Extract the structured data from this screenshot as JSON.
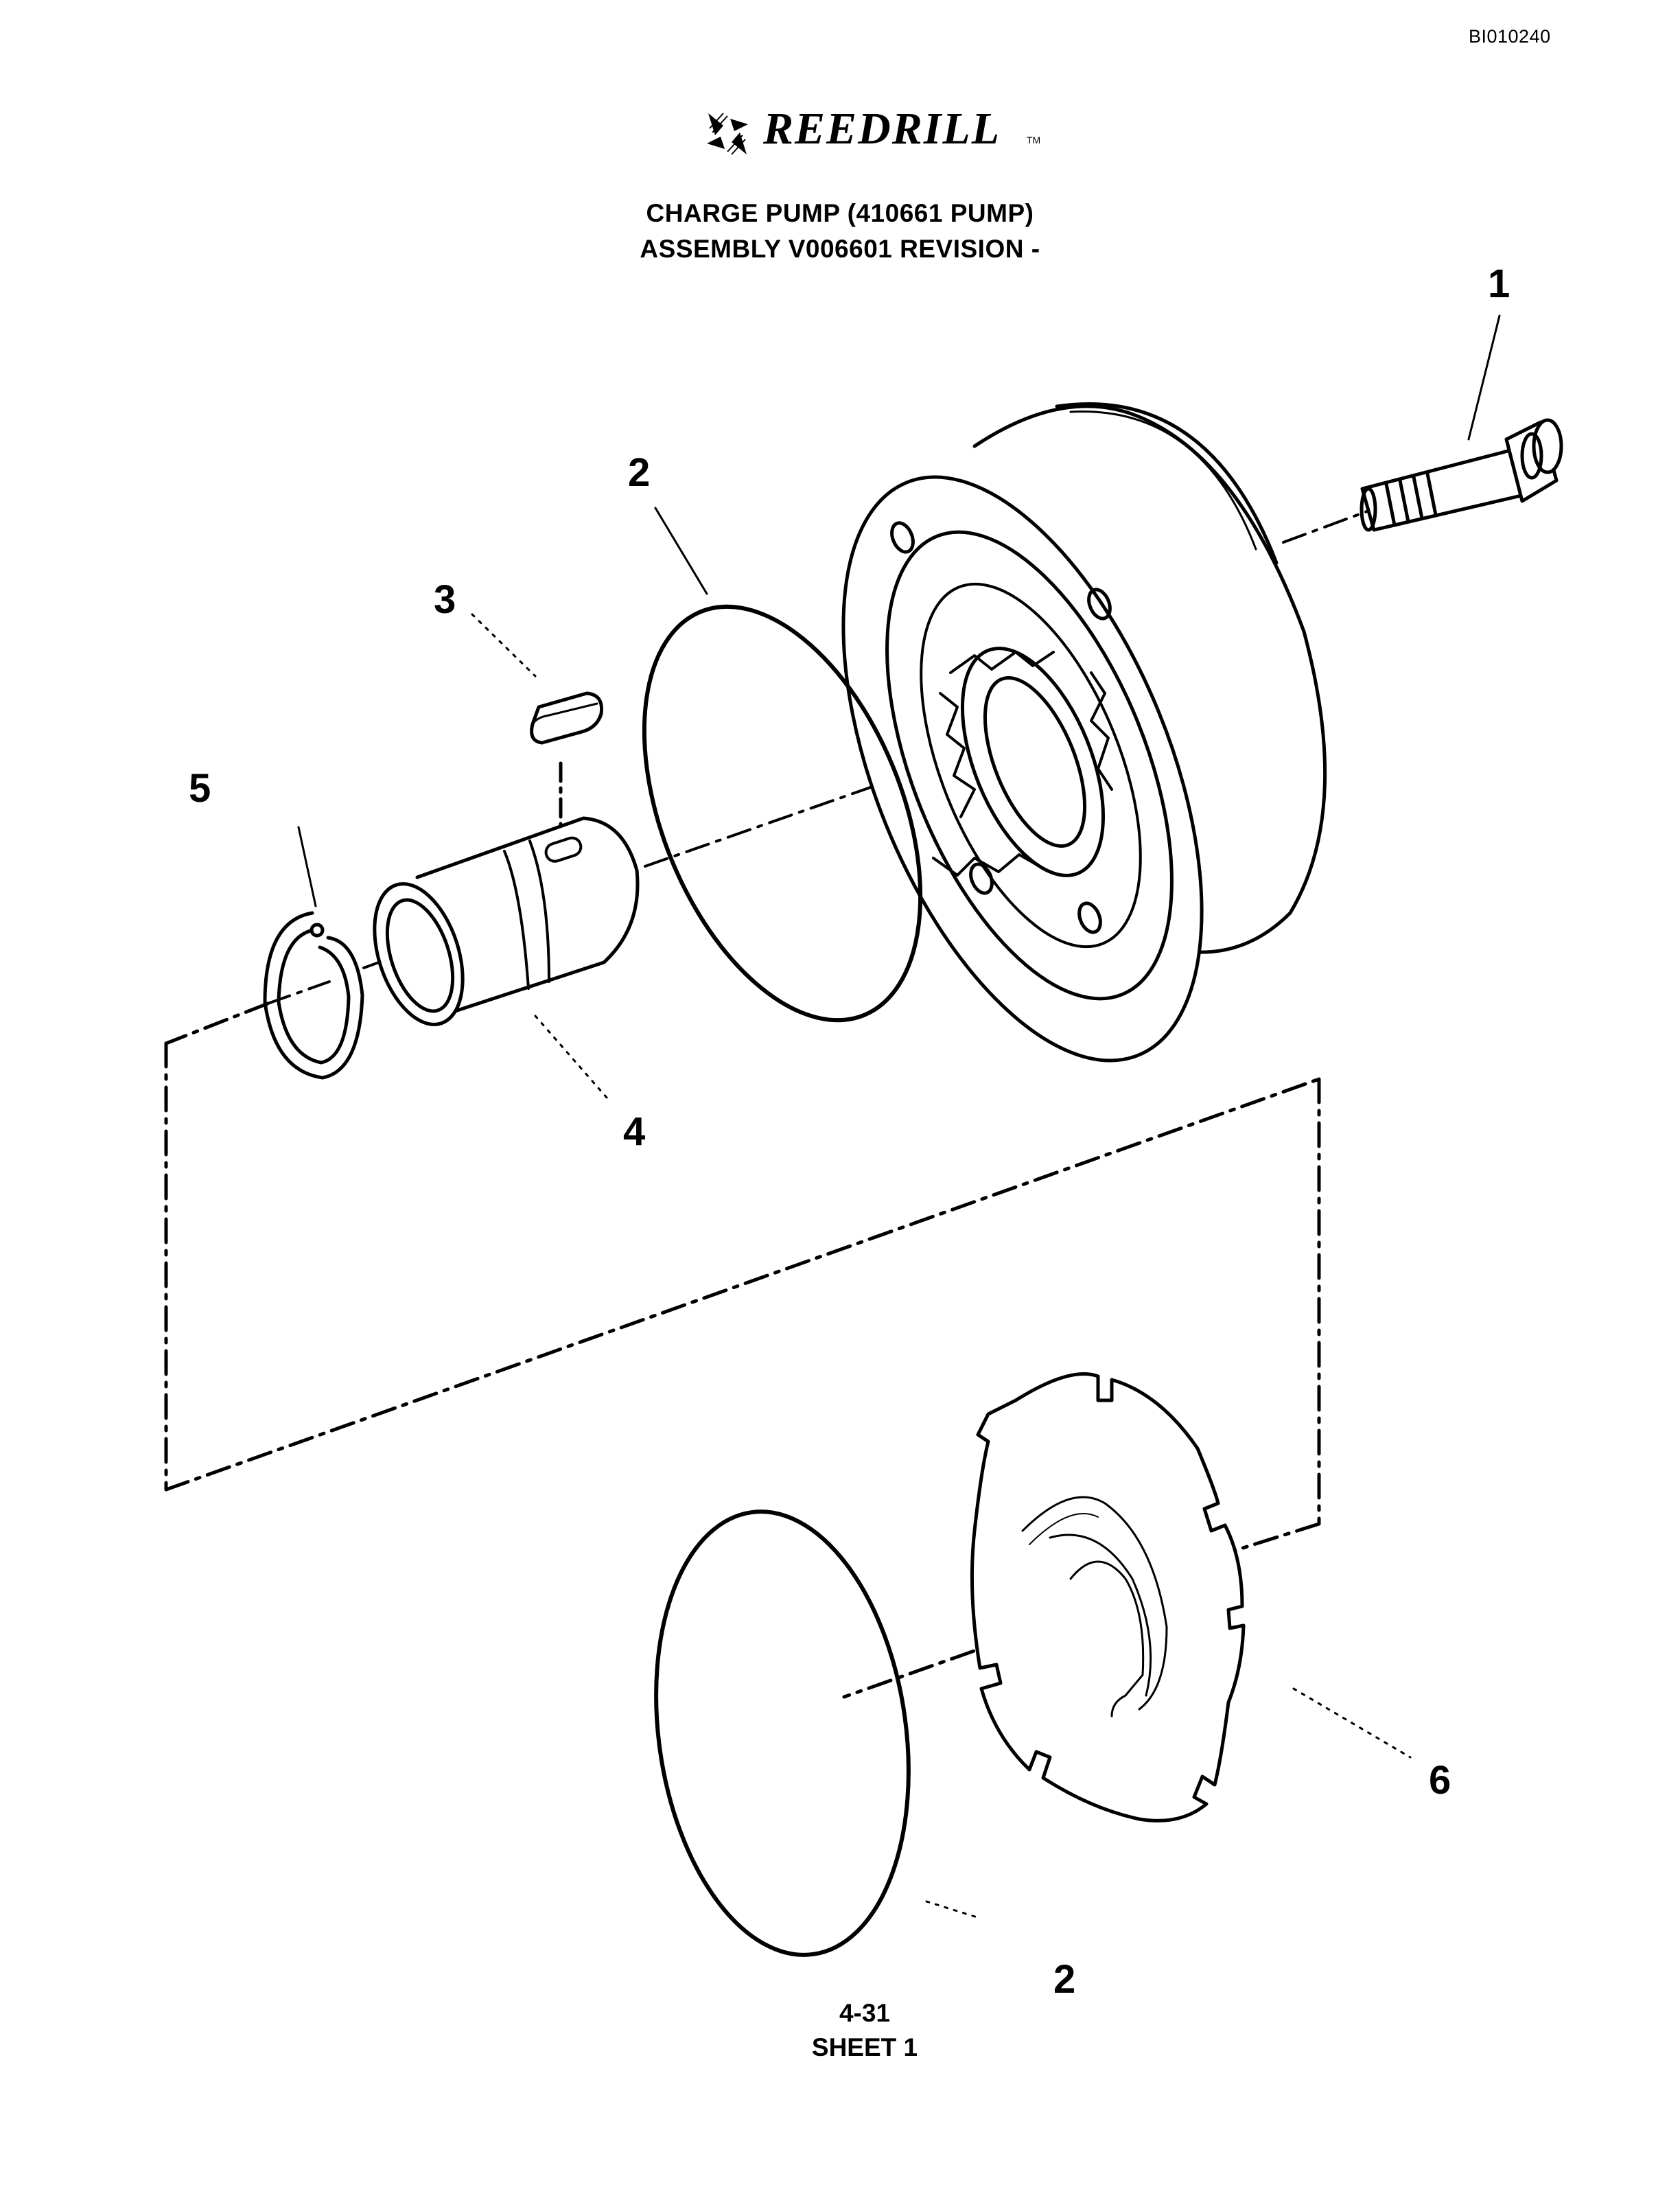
{
  "document": {
    "doc_id": "BI010240",
    "brand": "REEDRILL",
    "trademark": "TM",
    "title_line1": "CHARGE PUMP (410661 PUMP)",
    "title_line2": "ASSEMBLY V006601 REVISION -",
    "page_number": "4-31",
    "sheet": "SHEET 1"
  },
  "callouts": {
    "c1": "1",
    "c2_top": "2",
    "c3": "3",
    "c4": "4",
    "c5": "5",
    "c6": "6",
    "c2_bottom": "2"
  },
  "colors": {
    "ink": "#000000",
    "paper": "#ffffff"
  }
}
